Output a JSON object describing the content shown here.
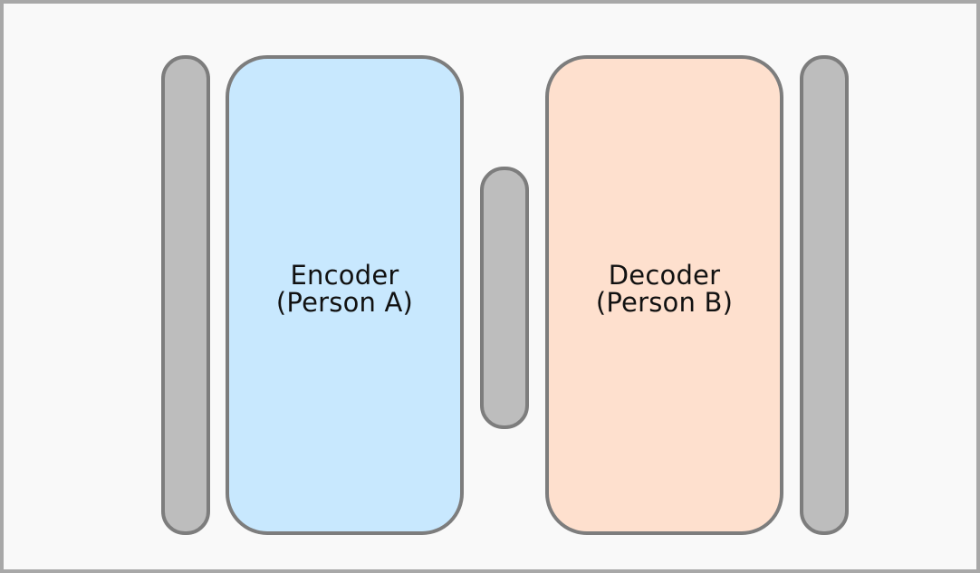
{
  "diagram": {
    "encoder": {
      "title": "Encoder",
      "subtitle": "(Person A)",
      "fill_color": "#c8e8fe"
    },
    "decoder": {
      "title": "Decoder",
      "subtitle": "(Person B)",
      "fill_color": "#fee0ce"
    },
    "bar_color": "#bdbdbd",
    "border_color": "#7d7d7d"
  }
}
